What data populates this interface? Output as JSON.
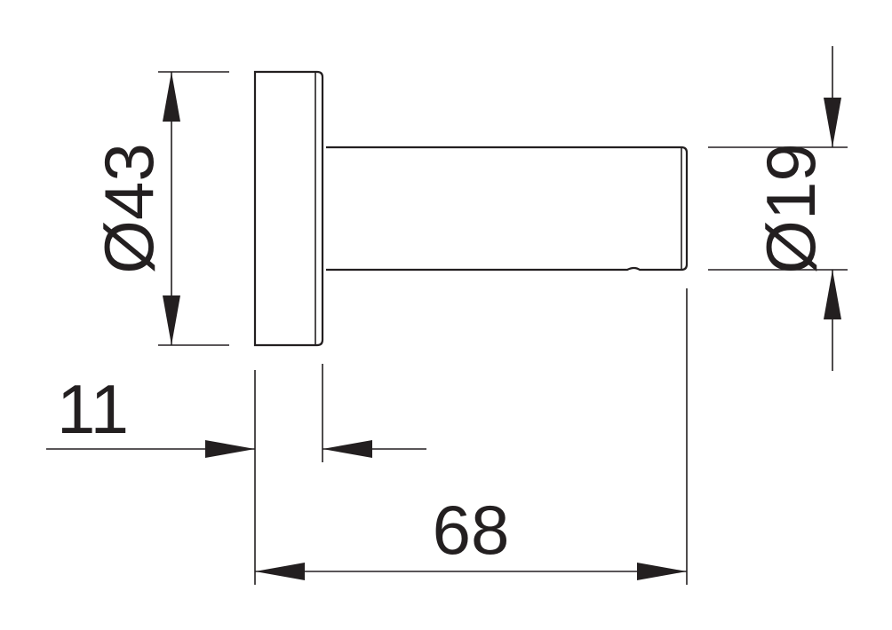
{
  "drawing": {
    "dimensions": {
      "flange_diameter": "Ø43",
      "pin_diameter": "Ø19",
      "flange_thickness": "11",
      "overall_length": "68"
    }
  }
}
